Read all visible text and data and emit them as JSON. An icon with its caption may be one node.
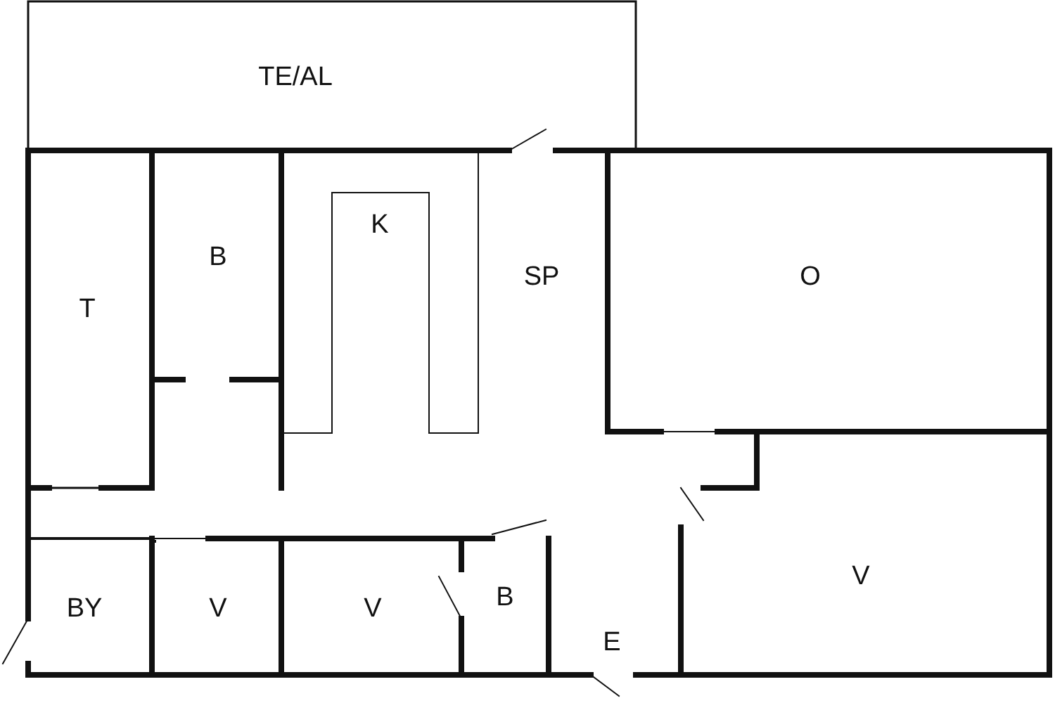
{
  "diagram": {
    "nodes": [
      {
        "text": [
          "TE/AL"
        ]
      },
      {
        "text": [
          "T"
        ]
      },
      {
        "text": [
          "B"
        ]
      },
      {
        "text": [
          "K"
        ]
      },
      {
        "text": [
          "SP"
        ]
      },
      {
        "text": [
          "O"
        ]
      },
      {
        "text": [
          "BY"
        ]
      },
      {
        "text": [
          "V"
        ]
      },
      {
        "text": [
          "V"
        ]
      },
      {
        "text": [
          "B"
        ]
      },
      {
        "text": [
          "E"
        ]
      },
      {
        "text": [
          "V"
        ]
      }
    ]
  }
}
